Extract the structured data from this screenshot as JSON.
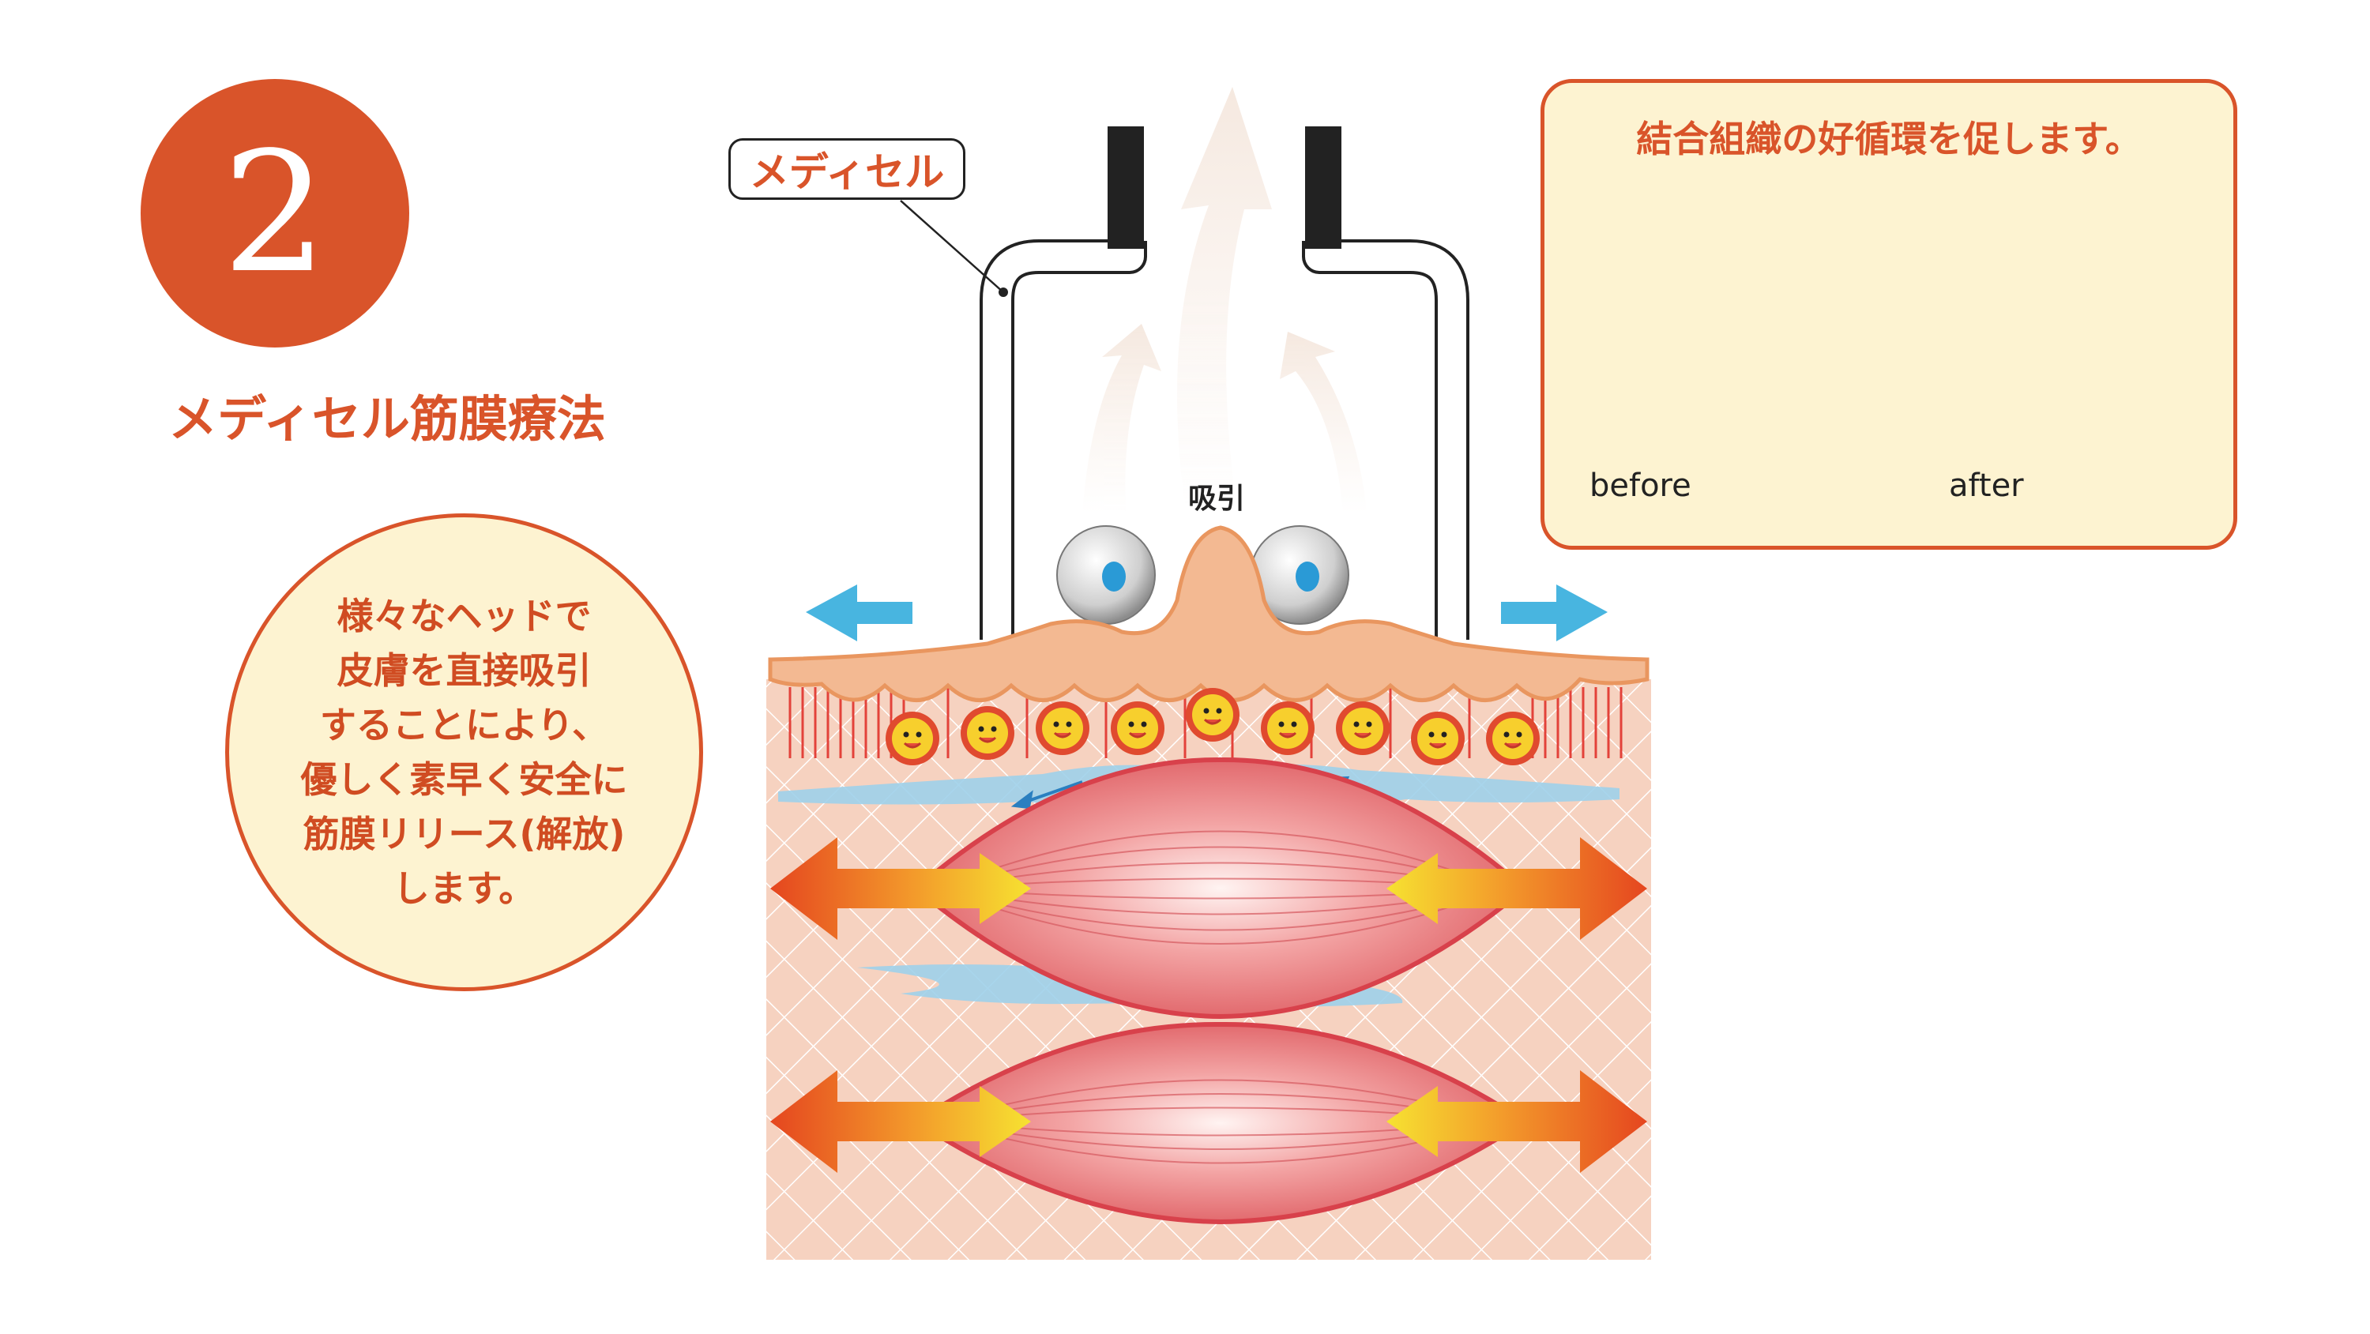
{
  "step": {
    "number": "2"
  },
  "title": "メディセル筋膜療法",
  "description": {
    "lines": [
      "様々なヘッドで",
      "皮膚を直接吸引",
      "することにより、",
      "優しく素早く安全に",
      "筋膜リリース(解放)",
      "します。"
    ]
  },
  "diagram": {
    "device_label": "メディセル",
    "suction_label": "吸引"
  },
  "info": {
    "title": "結合組織の好循環を促します。",
    "before_label": "before",
    "after_label": "after"
  },
  "colors": {
    "accent": "#d9542a",
    "cream": "#fdf3d1",
    "skin": "#f6d2c0",
    "muscle": "#e46f6f",
    "water": "#9fd0ea",
    "arrow_blue": "#48b5e0"
  }
}
